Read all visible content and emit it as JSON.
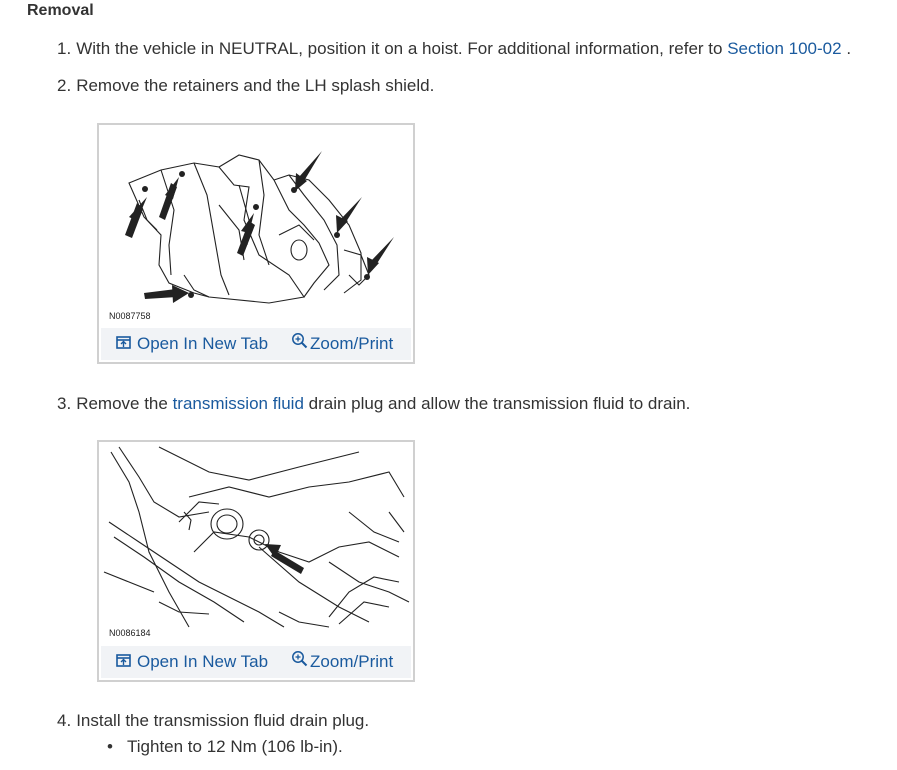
{
  "section": {
    "title": "Removal"
  },
  "steps": [
    {
      "num": "1.",
      "text": "With the vehicle in NEUTRAL, position it on a hoist. For additional information, refer to ",
      "link": "Section  100-02",
      "suffix": " ."
    },
    {
      "num": "2.",
      "text": "Remove the retainers and the LH splash shield."
    },
    {
      "num": "3.",
      "prefix": "Remove the ",
      "link": "transmission fluid",
      "suffix": " drain plug and allow the transmission fluid to drain."
    },
    {
      "num": "4.",
      "text": "Install the transmission fluid drain plug."
    }
  ],
  "figures": [
    {
      "id": "N0087758",
      "open_label": "Open In New Tab",
      "zoom_label": "Zoom/Print",
      "icons": [
        "open-tab-icon",
        "zoom-icon"
      ]
    },
    {
      "id": "N0086184",
      "open_label": "Open In New Tab",
      "zoom_label": "Zoom/Print",
      "icons": [
        "open-tab-icon",
        "zoom-icon"
      ]
    }
  ],
  "bullets": [
    "Tighten to 12 Nm (106 lb-in)."
  ],
  "colors": {
    "link": "#1a5a9e",
    "text": "#333333",
    "bar": "#f1f3f6",
    "border": "#d0d0d0"
  }
}
